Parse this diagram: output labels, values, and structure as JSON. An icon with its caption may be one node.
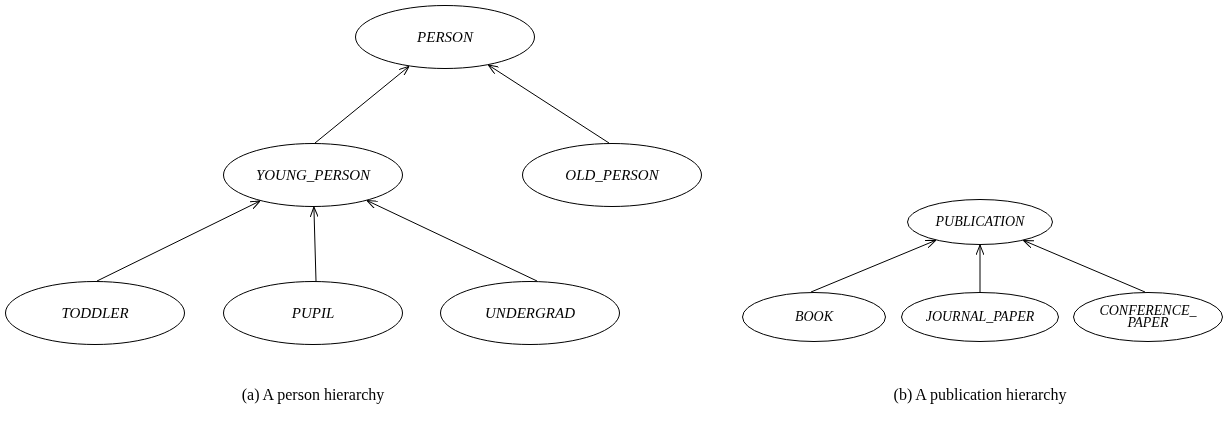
{
  "diagram": {
    "nodes": [
      {
        "text": [
          "PERSON"
        ]
      },
      {
        "text": [
          "YOUNG_PERSON"
        ]
      },
      {
        "text": [
          "OLD_PERSON"
        ]
      },
      {
        "text": [
          "TODDLER"
        ]
      },
      {
        "text": [
          "PUPIL"
        ]
      },
      {
        "text": [
          "UNDERGRAD"
        ]
      },
      {
        "text": [
          "PUBLICATION"
        ]
      },
      {
        "text": [
          "BOOK"
        ]
      },
      {
        "text": [
          "JOURNAL_PAPER"
        ]
      },
      {
        "text": [
          "CONFERENCE_ PAPER"
        ]
      }
    ],
    "edges": [
      {
        "from": 1,
        "to": 0,
        "arrow": "to"
      },
      {
        "from": 2,
        "to": 0,
        "arrow": "to"
      },
      {
        "from": 3,
        "to": 1,
        "arrow": "to"
      },
      {
        "from": 4,
        "to": 1,
        "arrow": "to"
      },
      {
        "from": 5,
        "to": 1,
        "arrow": "to"
      },
      {
        "from": 7,
        "to": 6,
        "arrow": "to"
      },
      {
        "from": 8,
        "to": 6,
        "arrow": "to"
      },
      {
        "from": 9,
        "to": 6,
        "arrow": "to"
      }
    ],
    "labels": [
      "(a) A person hierarchy",
      "(b) A publication hierarchy"
    ]
  }
}
